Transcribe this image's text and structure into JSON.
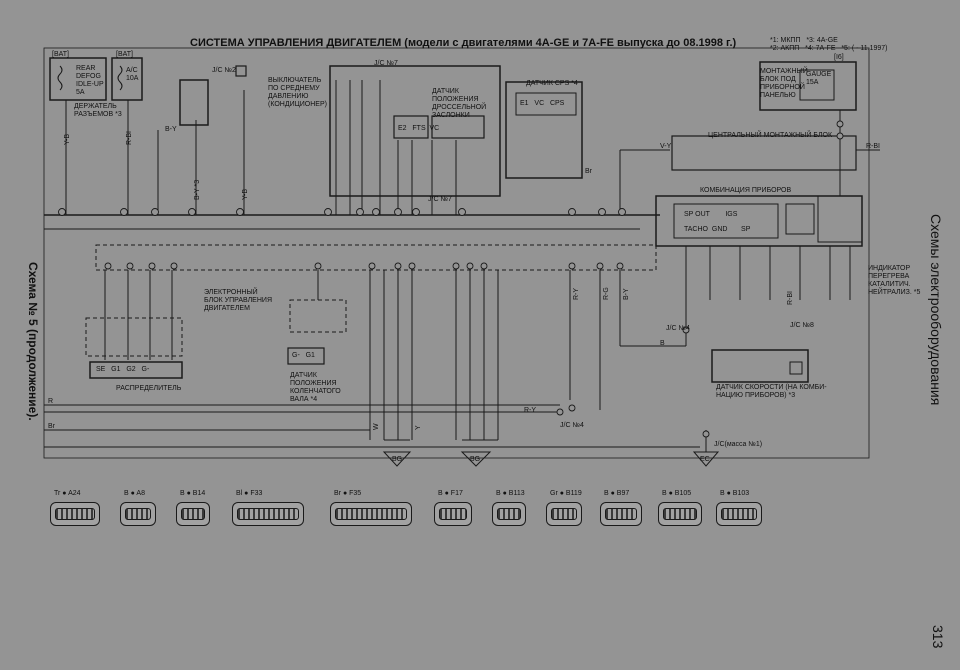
{
  "header": {
    "title": "СИСТЕМА УПРАВЛЕНИЯ ДВИГАТЕЛЕМ (модели с двигателями 4А-GE и 7А-FE выпуска до 08.1998 г.)",
    "footnote_1": "*1: МКПП   *3: 4A-GE",
    "footnote_2": "*2: АКПП   *4: 7A-FE   *5: ( - 11.1997)"
  },
  "sidebar": {
    "section_title": "Схемы электрооборудования",
    "caption": "Схема № 5 (продолжение).",
    "page_number": "313"
  },
  "labels": {
    "bat1": "[BAT]",
    "bat2": "[BAT]",
    "rear_defog": "REAR\nDEFOG\nIDLE-UP\n5A",
    "ac_fuse": "A/C\n10A",
    "holder": "ДЕРЖАТЕЛЬ\nРАЗЪЕМОВ *3",
    "jc2": "J/C №2",
    "jc7_top": "J/C №7",
    "jc7_mid": "J/C №7",
    "pressure_switch": "ВЫКЛЮЧАТЕЛЬ\nПО СРЕДНЕМУ\nДАВЛЕНИЮ\n(КОНДИЦИОНЕР)",
    "mount_block": "МОНТАЖНЫЙ\nБЛОК ПОД\nПРИБОРНОЙ\nПАНЕЛЬЮ",
    "throttle_sensor": "ДАТЧИК\nПОЛОЖЕНИЯ\nДРОССЕЛЬНОЙ\nЗАСЛОНКИ",
    "cps_sensor": "ДАТЧИК CPS *4",
    "central_block": "ЦЕНТРАЛЬНЫЙ МОНТАЖНЫЙ БЛОК",
    "gauge_fuse": "GAUGE\n15A",
    "i16": "[I6]",
    "instrument_cluster": "КОМБИНАЦИЯ ПРИБОРОВ",
    "ecu": "ЭЛЕКТРОННЫЙ\nБЛОК УПРАВЛЕНИЯ\nДВИГАТЕЛЕМ",
    "distributor": "РАСПРЕДЕЛИТЕЛЬ",
    "crank_sensor": "ДАТЧИК\nПОЛОЖЕНИЯ\nКОЛЕНЧАТОГО\nВАЛА *4",
    "speed_sensor": "ДАТЧИК СКОРОСТИ (НА КОМБИ-\nНАЦИЮ ПРИБОРОВ) *3",
    "jc4_a": "J/C №4",
    "jc4_b": "J/C №4",
    "jc8": "J/C №8",
    "jc_ground": "J/C(масса №1)",
    "catalyst": "ИНДИКАТОР\nПЕРЕГРЕВА\nКАТАЛИТИЧ.\nНЕЙТРАЛИЗ. *5",
    "ecu_pins_1": "E1   VC   CPS",
    "ecu_pins_2": "E2   FTS  VC",
    "distributor_pins": "SE   G1   G2   G-",
    "crank_pins": "G-   G1",
    "cluster_pins_1": "SP OUT        IGS",
    "cluster_pins_2": "TACHO  GND       SP",
    "ground_bg": "BG",
    "ground_bg2": "BG",
    "ground_ec": "EC"
  },
  "wire_colors": [
    "Y-B",
    "R-BI",
    "B-Y",
    "B-Y *3",
    "Y-B",
    "V-Y",
    "R-BI",
    "Br",
    "B",
    "R-Y",
    "R-G",
    "B-Y",
    "R-BI",
    "W",
    "Y",
    "R-Y",
    "R",
    "Br"
  ],
  "connectors": [
    {
      "label": "Tr",
      "id": "A24"
    },
    {
      "label": "B",
      "id": "A8"
    },
    {
      "label": "B",
      "id": "B14"
    },
    {
      "label": "Bl",
      "id": "F33"
    },
    {
      "label": "Br",
      "id": "F35"
    },
    {
      "label": "B",
      "id": "F17"
    },
    {
      "label": "B",
      "id": "B113"
    },
    {
      "label": "Gr",
      "id": "B119"
    },
    {
      "label": "B",
      "id": "B97"
    },
    {
      "label": "B",
      "id": "B105"
    },
    {
      "label": "B",
      "id": "B103"
    }
  ]
}
